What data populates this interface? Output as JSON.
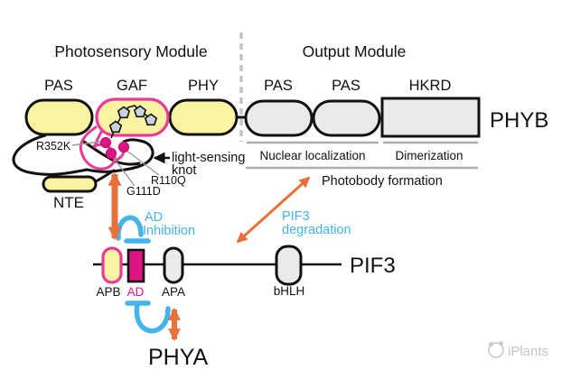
{
  "colors": {
    "yellow": "#F8F4A2",
    "domain_gray": "#EAEAEA",
    "outline_black": "#111111",
    "pink": "#E93A96",
    "magenta_deep": "#DE1483",
    "orange": "#E8703A",
    "blue": "#45B4EA",
    "pentagon_fill": "#C9D2DE",
    "bracket_gray": "#ACACAC",
    "watermark_gray": "#C5C5C5"
  },
  "header": {
    "photosensory": "Photosensory Module",
    "output": "Output Module"
  },
  "phyb": {
    "name": "PHYB",
    "domain_pas1": "PAS",
    "domain_gaf": "GAF",
    "domain_phy": "PHY",
    "domain_pas2": "PAS",
    "domain_pas3": "PAS",
    "domain_hkrd": "HKRD",
    "nte": "NTE",
    "mutation_r352k": "R352K",
    "mutation_r110q": "R110Q",
    "mutation_g111d": "G111D",
    "knot_line1": "light-sensing",
    "knot_line2": "knot",
    "nuclear_localization": "Nuclear localization",
    "dimerization": "Dimerization",
    "photobody": "Photobody formation"
  },
  "pif3": {
    "name": "PIF3",
    "domain_apb": "APB",
    "domain_ad": "AD",
    "domain_apa": "APA",
    "domain_bhlh": "bHLH",
    "degradation_line1": "PIF3",
    "degradation_line2": "degradation",
    "inhibition_line1": "AD",
    "inhibition_line2": "Inhibition"
  },
  "phya": {
    "name": "PHYA"
  },
  "watermark": {
    "text": "iPlants"
  }
}
